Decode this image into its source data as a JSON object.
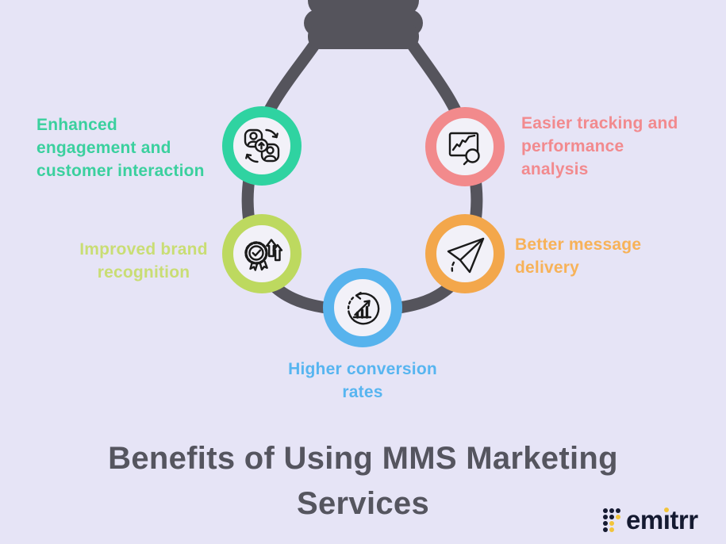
{
  "background_color": "#e6e4f6",
  "bulb": {
    "shape": "inverted-lightbulb-outline",
    "color": "#55545c"
  },
  "benefits": [
    {
      "id": "engagement",
      "label": "Enhanced\nengagement and\ncustomer interaction",
      "ring_color": "#2fd3a1",
      "text_color": "#3bd09e",
      "icon": "people-sync-icon"
    },
    {
      "id": "tracking",
      "label": "Easier tracking and\nperformance\nanalysis",
      "ring_color": "#f28a8c",
      "text_color": "#f28a8e",
      "icon": "chart-magnifier-icon"
    },
    {
      "id": "brand",
      "label": "Improved brand\nrecognition",
      "ring_color": "#bdd95f",
      "text_color": "#c9dd74",
      "icon": "award-arrows-icon"
    },
    {
      "id": "delivery",
      "label": "Better message\ndelivery",
      "ring_color": "#f3a74b",
      "text_color": "#f7b259",
      "icon": "paper-plane-icon"
    },
    {
      "id": "conversion",
      "label": "Higher conversion\nrates",
      "ring_color": "#57b3ed",
      "text_color": "#57b5f0",
      "icon": "growth-chart-icon"
    }
  ],
  "title": "Benefits of Using MMS Marketing\nServices",
  "title_color": "#55555f",
  "logo": {
    "text": "emitrr",
    "part1": "em",
    "dotless_i": "ı",
    "part3": "trr",
    "navy": "#151a31",
    "yellow": "#f2c43b",
    "grid": [
      [
        "n",
        "n",
        "n"
      ],
      [
        "n",
        "n",
        "y"
      ],
      [
        "n",
        "y",
        ""
      ],
      [
        "n",
        "y",
        ""
      ]
    ]
  }
}
